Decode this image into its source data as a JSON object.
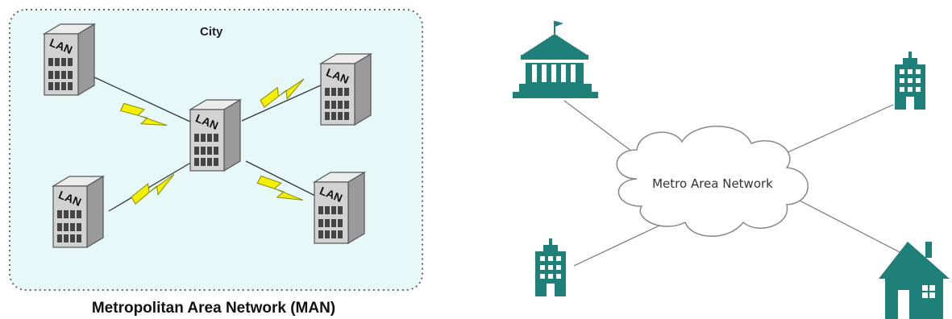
{
  "left_diagram": {
    "region_label": "City",
    "caption": "Metropolitan Area Network (MAN)",
    "node_label": "LAN",
    "colors": {
      "region_fill": "#e6f8f8",
      "region_border": "#666666",
      "bolt": "#f2f000",
      "server_body": "#c9c9c9"
    }
  },
  "right_diagram": {
    "cloud_label": "Metro Area Network",
    "colors": {
      "building": "#1f7f79",
      "window": "#ffffff",
      "link": "#777777"
    },
    "nodes": [
      {
        "icon": "government-building-icon"
      },
      {
        "icon": "office-building-icon"
      },
      {
        "icon": "office-building-icon"
      },
      {
        "icon": "house-icon"
      }
    ]
  }
}
